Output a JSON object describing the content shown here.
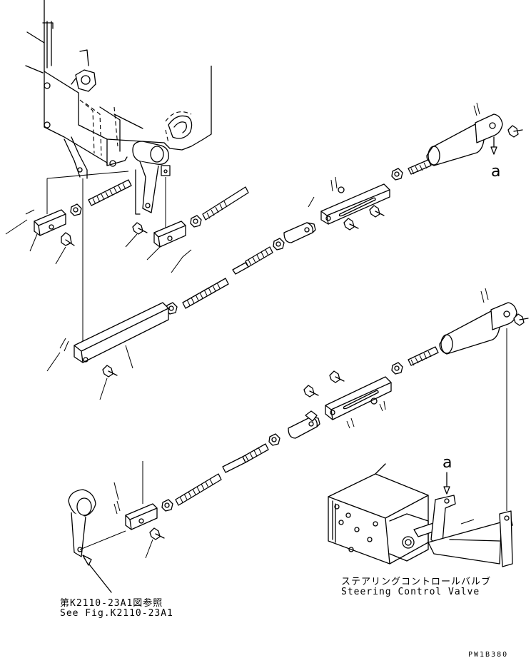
{
  "figure": {
    "label_reference_jp": "第K2110-23A1図参照",
    "label_reference_en": "See Fig.K2110-23A1",
    "label_valve_jp": "ステアリングコントロールバルブ",
    "label_valve_en": "Steering Control Valve",
    "point_a_upper": "a",
    "point_a_lower": "a",
    "figure_code": "PW1B380"
  }
}
